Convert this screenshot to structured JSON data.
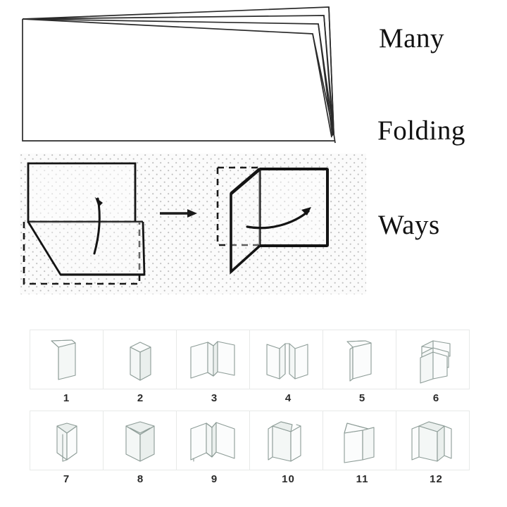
{
  "headline": {
    "line1": "Many",
    "line2": "Folding",
    "line3": "Ways"
  },
  "illustrations": {
    "stack": {
      "name": "fanned-paper-stack",
      "sheet_count": 4,
      "description": "Four sheets of paper fanned from a common bottom-right pivot point"
    },
    "fold_step": {
      "name": "folding-step-diagram",
      "panels": [
        {
          "name": "before-fold",
          "solid_outline": "square sheet with lower flap",
          "dashed_outline": "ghost position of the flap before folding",
          "fold_line": "horizontal dashed crease",
          "motion_arrow": "downward curved arrow"
        },
        {
          "name": "after-fold",
          "solid_outline": "sheet folded up into a standing V",
          "dashed_outline": "ghost of the original flat sheet",
          "motion_arrow": "rightward curved arrow"
        }
      ],
      "transition_arrow": "right-arrow"
    }
  },
  "fold_grid": {
    "columns": 6,
    "rows": 2,
    "items": [
      {
        "number": "1",
        "shape": "half-fold"
      },
      {
        "number": "2",
        "shape": "triangle-fold"
      },
      {
        "number": "3",
        "shape": "gate-fold-open"
      },
      {
        "number": "4",
        "shape": "gate-fold"
      },
      {
        "number": "5",
        "shape": "letter-fold"
      },
      {
        "number": "6",
        "shape": "accordion-fold"
      },
      {
        "number": "7",
        "shape": "roll-fold-triangle"
      },
      {
        "number": "8",
        "shape": "tri-fold-closed"
      },
      {
        "number": "9",
        "shape": "zigzag-fold"
      },
      {
        "number": "10",
        "shape": "double-parallel-fold"
      },
      {
        "number": "11",
        "shape": "french-fold"
      },
      {
        "number": "12",
        "shape": "map-fold"
      }
    ]
  },
  "colors": {
    "background": "#ffffff",
    "ink": "#111111",
    "pictogram_stroke": "#8d9c97",
    "pictogram_fill": "#f4f7f6",
    "grid_border": "#e7e9e8",
    "dot_pattern": "#b9b9b9"
  }
}
